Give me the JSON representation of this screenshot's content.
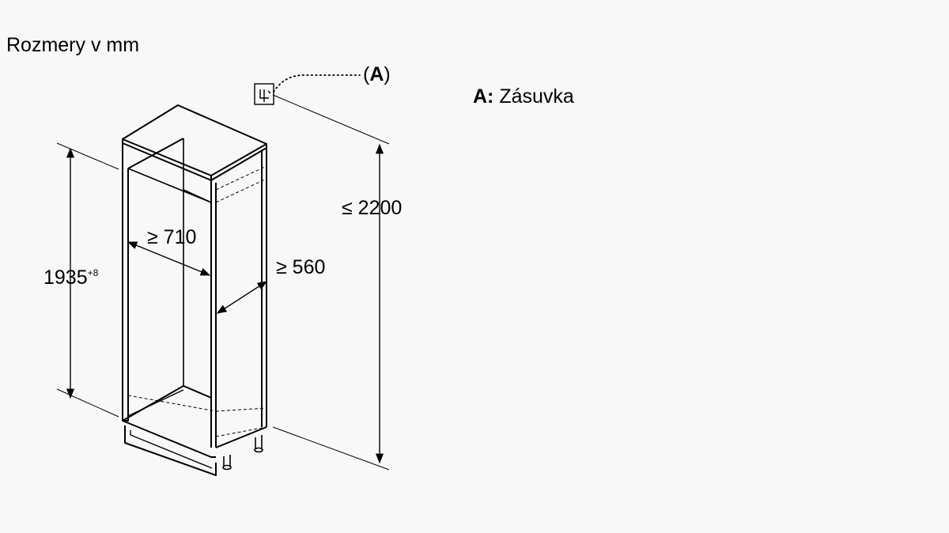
{
  "title": "Rozmery v mm",
  "legend": {
    "key": "A:",
    "text": "Zásuvka"
  },
  "callout": {
    "open": "(",
    "letter": "A",
    "close": ")"
  },
  "dimensions": {
    "depth": "≥ 710",
    "width": "≥ 560",
    "niche_height": "1935",
    "niche_height_tolerance": "+8",
    "total_height": "≤ 2200"
  },
  "icons": {
    "socket": "electrical-socket-icon"
  },
  "colors": {
    "line": "#000000",
    "background": "#f8f8f8"
  }
}
